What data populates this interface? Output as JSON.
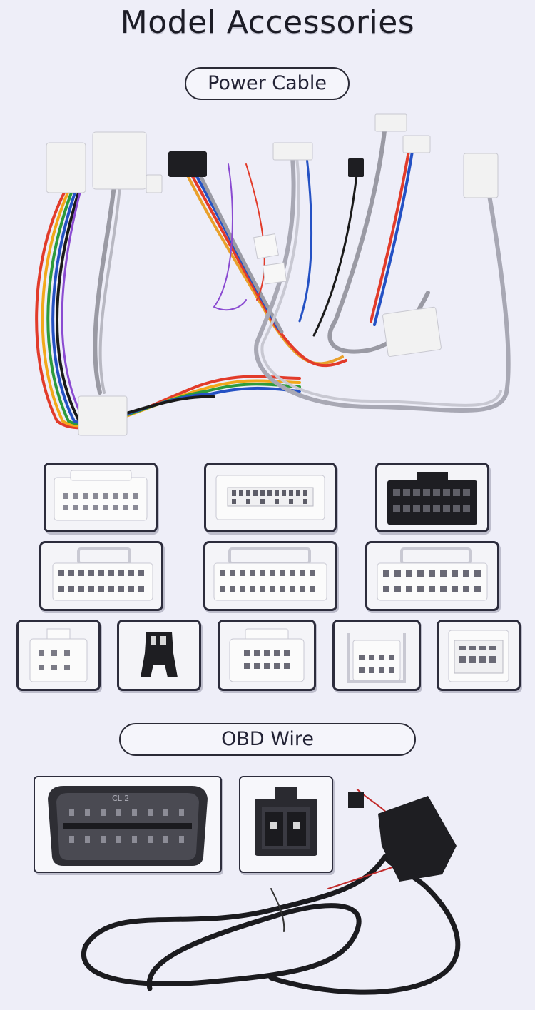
{
  "header": {
    "title": "Model Accessories"
  },
  "sections": {
    "power_cable": {
      "label": "Power Cable"
    },
    "obd_wire": {
      "label": "OBD Wire"
    }
  },
  "colors": {
    "background": "#eeeef8",
    "border": "#2c2c3c",
    "connector_white": "#f2f2f2",
    "connector_black": "#1e1e22"
  },
  "obd_connector": {
    "marking": "CL 2"
  }
}
